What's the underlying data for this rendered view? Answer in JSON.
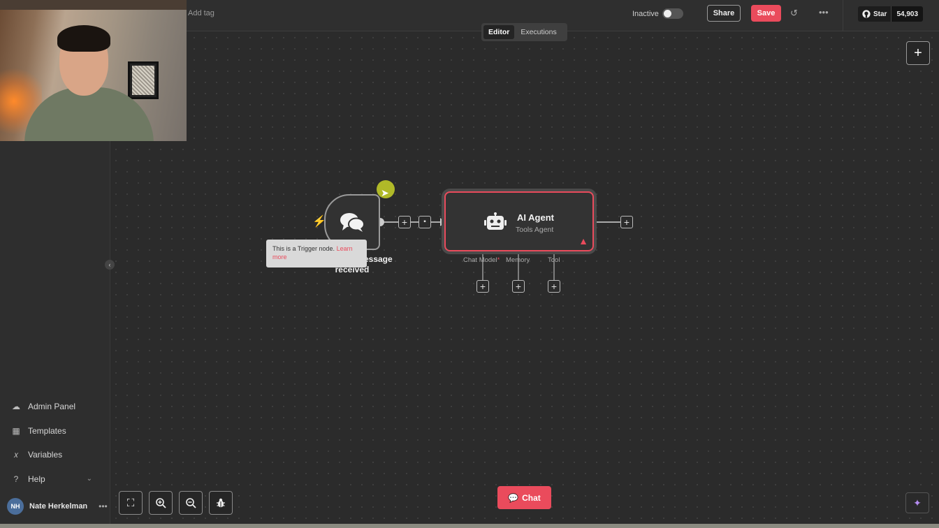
{
  "topbar": {
    "add_tag": "Add tag",
    "status_label": "Inactive",
    "share_label": "Share",
    "save_label": "Save",
    "github_star": "Star",
    "github_count": "54,903"
  },
  "tabs": [
    {
      "label": "Editor",
      "active": true
    },
    {
      "label": "Executions",
      "active": false
    }
  ],
  "sidebar": {
    "items": [
      {
        "label": "Admin Panel",
        "icon": "cloud-icon"
      },
      {
        "label": "Templates",
        "icon": "templates-icon"
      },
      {
        "label": "Variables",
        "icon": "variables-icon"
      },
      {
        "label": "Help",
        "icon": "help-icon"
      }
    ],
    "user": {
      "initials": "NH",
      "name": "Nate Herkelman"
    }
  },
  "workflow": {
    "trigger": {
      "title": "When chat message received",
      "tooltip_text": "This is a Trigger node.",
      "tooltip_link": "Learn more"
    },
    "agent": {
      "title": "AI Agent",
      "subtitle": "Tools Agent",
      "ports": [
        {
          "label": "Chat Model",
          "required": "*"
        },
        {
          "label": "Memory",
          "required": ""
        },
        {
          "label": "Tool",
          "required": ""
        }
      ]
    }
  },
  "bottom": {
    "chat_label": "Chat"
  },
  "colors": {
    "accent": "#ea4b5c",
    "background": "#2b2b2b"
  }
}
